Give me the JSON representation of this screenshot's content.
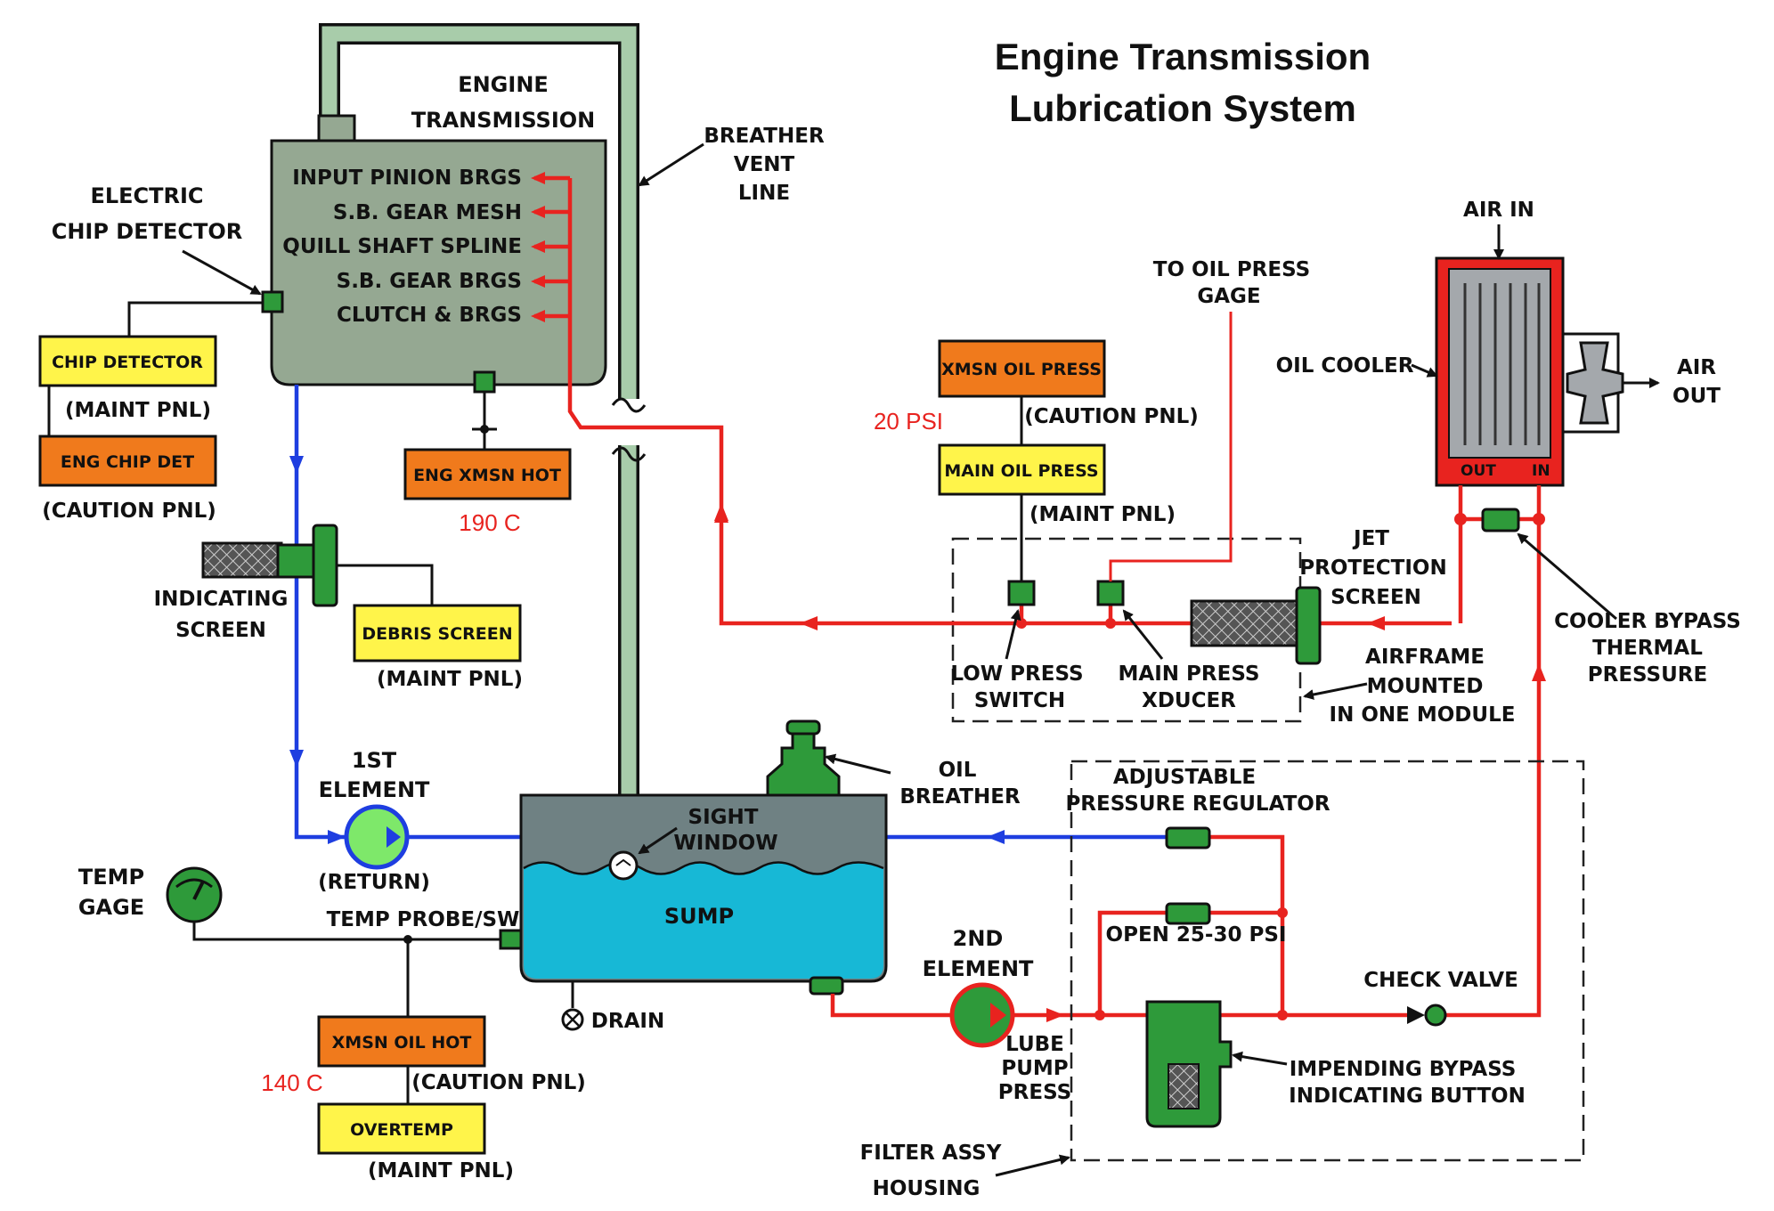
{
  "title": {
    "line1": "Engine Transmission",
    "line2": "Lubrication System"
  },
  "transmission": {
    "label_line1": "ENGINE",
    "label_line2": "TRANSMISSION",
    "outputs": [
      "INPUT PINION BRGS",
      "S.B. GEAR MESH",
      "QUILL SHAFT SPLINE",
      "S.B. GEAR BRGS",
      "CLUTCH & BRGS"
    ]
  },
  "labels": {
    "breather_vent_line": [
      "BREATHER",
      "VENT",
      "LINE"
    ],
    "electric_chip_detector": [
      "ELECTRIC",
      "CHIP DETECTOR"
    ],
    "indicating_screen": [
      "INDICATING",
      "SCREEN"
    ],
    "first_element": [
      "1ST",
      "ELEMENT"
    ],
    "return": "(RETURN)",
    "temp_gage": [
      "TEMP",
      "GAGE"
    ],
    "temp_probe": "TEMP PROBE/SW",
    "drain": "DRAIN",
    "sight_window": [
      "SIGHT",
      "WINDOW"
    ],
    "sump": "SUMP",
    "oil_breather": [
      "OIL",
      "BREATHER"
    ],
    "second_element": [
      "2ND",
      "ELEMENT"
    ],
    "lube_pump_press": [
      "LUBE",
      "PUMP",
      "PRESS"
    ],
    "filter_assy_housing": [
      "FILTER ASSY",
      "HOUSING"
    ],
    "adjustable_pressure_regulator": [
      "ADJUSTABLE",
      "PRESSURE REGULATOR"
    ],
    "open_25_30_psi": "OPEN 25-30 PSI",
    "check_valve": "CHECK VALVE",
    "impending_bypass": [
      "IMPENDING BYPASS",
      "INDICATING BUTTON"
    ],
    "low_press_switch": [
      "LOW PRESS",
      "SWITCH"
    ],
    "main_press_xducer": [
      "MAIN PRESS",
      "XDUCER"
    ],
    "airframe_mounted": [
      "AIRFRAME",
      "MOUNTED",
      "IN ONE MODULE"
    ],
    "jet_protection_screen": [
      "JET",
      "PROTECTION",
      "SCREEN"
    ],
    "to_oil_press_gage": [
      "TO OIL PRESS",
      "GAGE"
    ],
    "air_in": "AIR IN",
    "air_out": [
      "AIR",
      "OUT"
    ],
    "oil_cooler": "OIL COOLER",
    "cooler_out": "OUT",
    "cooler_in": "IN",
    "cooler_bypass": [
      "COOLER BYPASS",
      "THERMAL",
      "PRESSURE"
    ]
  },
  "panels": {
    "chip_detector": "CHIP DETECTOR",
    "maint_pnl": "(MAINT PNL)",
    "caution_pnl": "(CAUTION PNL)",
    "eng_chip_det": "ENG CHIP DET",
    "eng_xmsn_hot": "ENG XMSN HOT",
    "debris_screen": "DEBRIS SCREEN",
    "xmsn_oil_press": "XMSN OIL PRESS",
    "main_oil_press": "MAIN OIL PRESS",
    "xmsn_oil_hot": "XMSN OIL HOT",
    "overtemp": "OVERTEMP"
  },
  "values": {
    "eng_xmsn_hot_temp": "190 C",
    "low_press_psi": "20 PSI",
    "xmsn_oil_hot_temp": "140 C"
  },
  "colors": {
    "pressure_oil": "#e8231f",
    "return_oil": "#1e3ee0",
    "caution_panel": "#f07a1c",
    "maint_panel": "#fff44a",
    "transmission_body": "#95a892",
    "sump_oil": "#17b8d6",
    "sump_air": "#6f8183",
    "component_green": "#2e9a3a",
    "vent_line": "#a8ccaa"
  }
}
